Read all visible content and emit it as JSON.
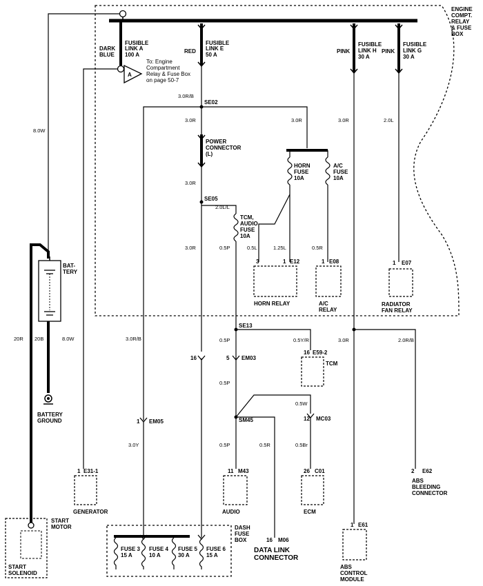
{
  "engine_box": {
    "title_lines": [
      "ENGINE",
      "COMPT.",
      "RELAY",
      "& FUSE",
      "BOX"
    ]
  },
  "dash_box": {
    "title_lines": [
      "DASH",
      "FUSE",
      "BOX"
    ]
  },
  "fusible_links": [
    {
      "lines": [
        "FUSIBLE",
        "LINK A",
        "100 A"
      ],
      "wire_color": [
        "DARK",
        "BLUE"
      ]
    },
    {
      "lines": [
        "FUSIBLE",
        "LINK E",
        "50 A"
      ],
      "wire_color": [
        "RED"
      ]
    },
    {
      "lines": [
        "FUSIBLE",
        "LINK H",
        "30 A"
      ],
      "wire_color": [
        "PINK"
      ]
    },
    {
      "lines": [
        "FUSIBLE",
        "LINK G",
        "30 A"
      ],
      "wire_color": [
        "PINK"
      ]
    }
  ],
  "ref_note": [
    "To: Engine",
    "Compartment",
    "Relay & Fuse Box",
    "on page 50-7"
  ],
  "ref_pin": "A",
  "splices": [
    "SE02",
    "SE05",
    "SE13",
    "SM45"
  ],
  "power_connector": [
    "POWER",
    "CONNECTOR",
    "(L)"
  ],
  "horn_fuse": [
    "HORN",
    "FUSE",
    "10A"
  ],
  "ac_fuse": [
    "A/C",
    "FUSE",
    "10A"
  ],
  "tcm_audio_fuse": [
    "TCM,",
    "AUDIO",
    "FUSE",
    "10A"
  ],
  "battery": {
    "label": [
      "BAT-",
      "TERY"
    ],
    "ground": [
      "BATTERY",
      "GROUND"
    ]
  },
  "components": {
    "horn_relay": {
      "label": [
        "HORN RELAY"
      ],
      "connector": "E12",
      "pins": [
        "3",
        "1"
      ]
    },
    "ac_relay": {
      "label": [
        "A/C",
        "RELAY"
      ],
      "connector": "E08",
      "pins": [
        "1"
      ]
    },
    "radiator_relay": {
      "label": [
        "RADIATOR",
        "FAN RELAY"
      ],
      "connector": "E07",
      "pins": [
        "1"
      ]
    },
    "tcm": {
      "label": [
        "TCM"
      ],
      "connector": "E59-2",
      "pins": [
        "16"
      ]
    },
    "generator": {
      "label": [
        "GENERATOR"
      ],
      "connector": "E31-1",
      "pins": [
        "1"
      ]
    },
    "audio": {
      "label": [
        "AUDIO"
      ],
      "connector": "M43",
      "pins": [
        "11"
      ]
    },
    "ecm": {
      "label": [
        "ECM"
      ],
      "connector": "C01",
      "pins": [
        "26"
      ]
    },
    "abs_bleeding": {
      "label": [
        "ABS",
        "BLEEDING",
        "CONNECTOR"
      ],
      "connector": "E62",
      "pins": [
        "2"
      ]
    },
    "abs_module": {
      "label": [
        "ABS",
        "CONTROL",
        "MODULE"
      ],
      "connector": "E61",
      "pins": [
        "1"
      ]
    },
    "start_motor": {
      "label": [
        "START",
        "MOTOR"
      ],
      "inner": [
        "START",
        "SOLENOID"
      ]
    },
    "data_link": {
      "label": [
        "DATA LINK",
        "CONNECTOR"
      ],
      "connector": "M06",
      "pins": [
        "16"
      ]
    }
  },
  "dash_fuses": [
    {
      "lines": [
        "FUSE 3",
        "15 A"
      ]
    },
    {
      "lines": [
        "FUSE 4",
        "10 A"
      ]
    },
    {
      "lines": [
        "FUSE 5",
        "30 A"
      ]
    },
    {
      "lines": [
        "FUSE 6",
        "15 A"
      ]
    }
  ],
  "inline_connectors": {
    "em05": {
      "code": "EM05",
      "pin": "1"
    },
    "em03": {
      "code": "EM03",
      "pins": [
        "16",
        "5"
      ]
    },
    "mc03": {
      "code": "MC03",
      "pin": "12"
    }
  },
  "wire_labels": {
    "w_8_0w_top": "8.0W",
    "w_3_0rb_se02": "3.0R/B",
    "w_3_0r_a": "3.0R",
    "w_3_0r_b": "3.0R",
    "w_3_0r_c": "3.0R",
    "w_3_0r_pink": "3.0R",
    "w_2_0l": "2.0L",
    "w_2_0ll": "2.0L/L",
    "w_3_0r_d": "3.0R",
    "w_0_5l": "0.5L",
    "w_1_25l": "1.25L",
    "w_0_5r": "0.5R",
    "w_0_5p_a": "0.5P",
    "w_20r": "20R",
    "w_20b": "20B",
    "w_8_0w_bot": "8.0W",
    "w_3_0rb_left": "3.0R/B",
    "w_0_5p_b": "0.5P",
    "w_0_5yr": "0.5Y/R",
    "w_3_0r_abs": "3.0R",
    "w_2_0rb": "2.0R/B",
    "w_0_5p_c": "0.5P",
    "w_0_5w": "0.5W",
    "w_3_0y": "3.0Y",
    "w_0_5p_d": "0.5P",
    "w_0_5r_b": "0.5R",
    "w_0_5br": "0.5Br"
  }
}
